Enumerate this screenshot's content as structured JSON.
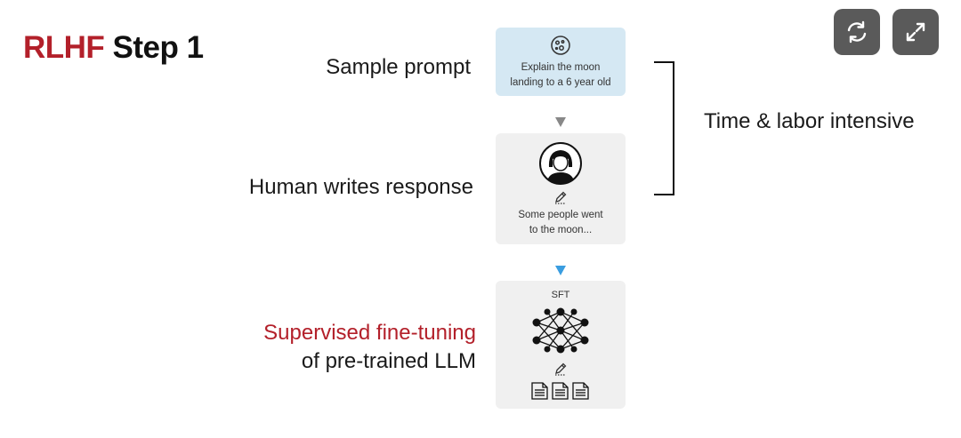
{
  "title": {
    "prefix": "RLHF",
    "suffix": "Step 1"
  },
  "controls": [
    {
      "icon": "refresh-icon"
    },
    {
      "icon": "expand-icon"
    }
  ],
  "steps": [
    {
      "label": "Sample prompt",
      "card_text_1": "Explain the moon",
      "card_text_2": "landing to a 6 year old",
      "icon": "moon-icon"
    },
    {
      "label": "Human writes response",
      "card_text_1": "Some people went",
      "card_text_2": "to the moon...",
      "icon": "person-avatar-icon"
    },
    {
      "label_1": "Supervised fine-tuning",
      "label_2": "of pre-trained LLM",
      "card_title": "SFT",
      "icon": "neural-network-icon"
    }
  ],
  "bracket_note": "Time & labor intensive",
  "colors": {
    "accent_red": "#b3202a",
    "prompt_card": "#d5e8f3",
    "card_gray": "#f0f0f0",
    "arrow_gray": "#888888",
    "arrow_blue": "#3a9de0"
  }
}
